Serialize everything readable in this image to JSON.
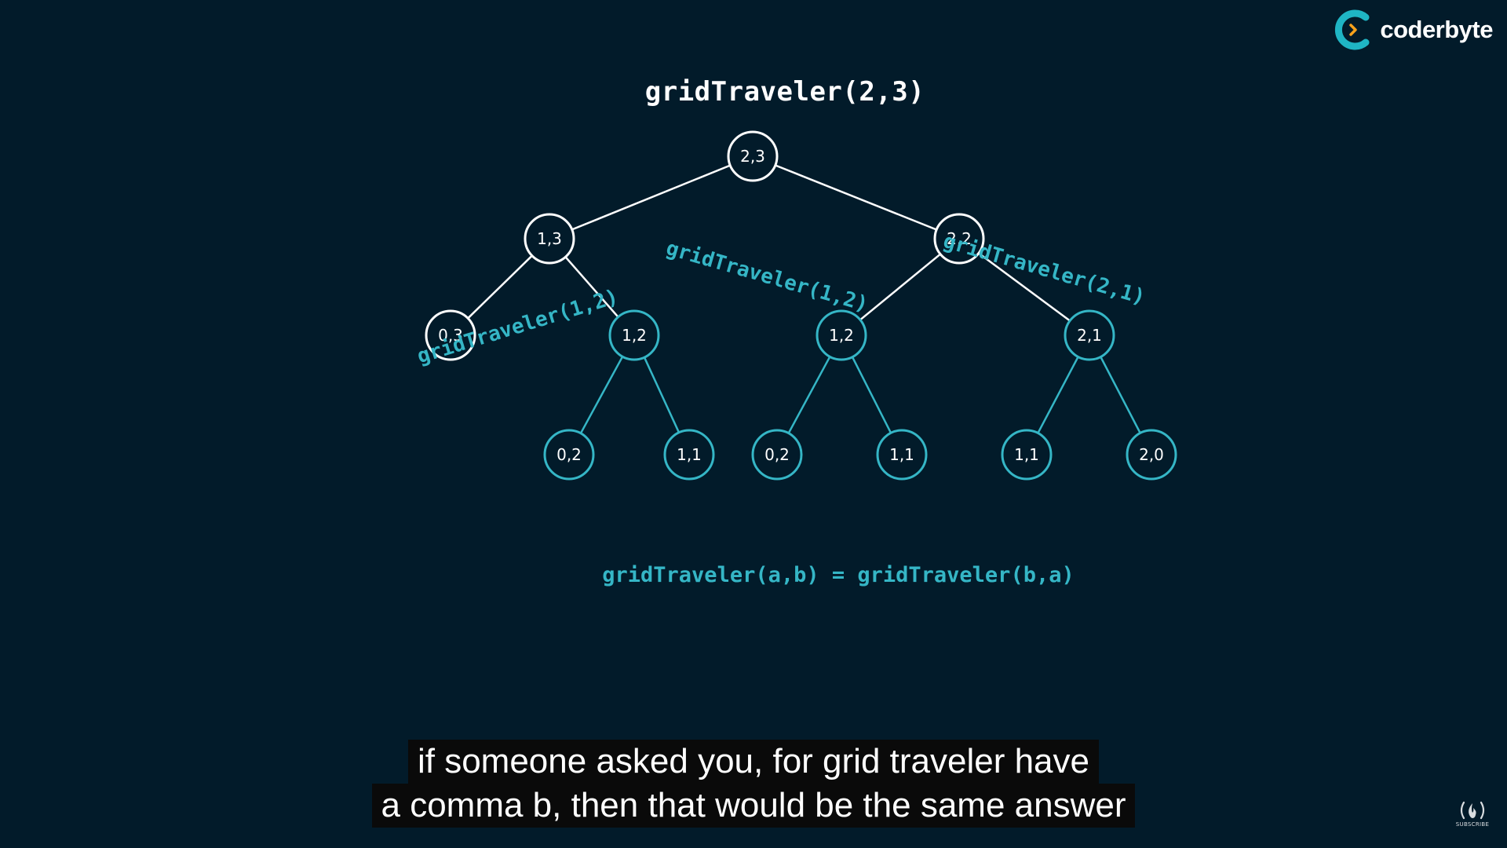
{
  "brand": {
    "logo_text": "coderbyte"
  },
  "diagram": {
    "title": "gridTraveler(2,3)",
    "nodes": [
      {
        "id": "n23",
        "label": "2,3",
        "style": "white"
      },
      {
        "id": "n13",
        "label": "1,3",
        "style": "white"
      },
      {
        "id": "n22",
        "label": "2,2",
        "style": "white"
      },
      {
        "id": "n03",
        "label": "0,3",
        "style": "white"
      },
      {
        "id": "n12a",
        "label": "1,2",
        "style": "teal"
      },
      {
        "id": "n12b",
        "label": "1,2",
        "style": "teal"
      },
      {
        "id": "n21",
        "label": "2,1",
        "style": "teal"
      },
      {
        "id": "n02a",
        "label": "0,2",
        "style": "teal"
      },
      {
        "id": "n11a",
        "label": "1,1",
        "style": "teal"
      },
      {
        "id": "n02b",
        "label": "0,2",
        "style": "teal"
      },
      {
        "id": "n11b",
        "label": "1,1",
        "style": "teal"
      },
      {
        "id": "n11c",
        "label": "1,1",
        "style": "teal"
      },
      {
        "id": "n20",
        "label": "2,0",
        "style": "teal"
      }
    ],
    "edges": [
      {
        "from": "n23",
        "to": "n13",
        "style": "white"
      },
      {
        "from": "n23",
        "to": "n22",
        "style": "white"
      },
      {
        "from": "n13",
        "to": "n03",
        "style": "white"
      },
      {
        "from": "n13",
        "to": "n12a",
        "style": "white"
      },
      {
        "from": "n22",
        "to": "n12b",
        "style": "white"
      },
      {
        "from": "n22",
        "to": "n21",
        "style": "white"
      },
      {
        "from": "n12a",
        "to": "n02a",
        "style": "teal"
      },
      {
        "from": "n12a",
        "to": "n11a",
        "style": "teal"
      },
      {
        "from": "n12b",
        "to": "n02b",
        "style": "teal"
      },
      {
        "from": "n12b",
        "to": "n11b",
        "style": "teal"
      },
      {
        "from": "n21",
        "to": "n11c",
        "style": "teal"
      },
      {
        "from": "n21",
        "to": "n20",
        "style": "teal"
      }
    ],
    "call_labels": [
      {
        "id": "call1",
        "text": "gridTraveler(1,2)"
      },
      {
        "id": "call2",
        "text": "gridTraveler(1,2)"
      },
      {
        "id": "call3",
        "text": "gridTraveler(2,1)"
      }
    ],
    "formula": "gridTraveler(a,b) = gridTraveler(b,a)"
  },
  "captions": {
    "line1": "if someone asked you, for grid traveler have",
    "line2": "a comma b, then that would be the same answer"
  },
  "subscribe_label": "SUBSCRIBE",
  "colors": {
    "background": "#021b2a",
    "teal": "#35b6c6",
    "white": "#ffffff",
    "logo_teal": "#1fb5c4",
    "logo_orange": "#f7a21b"
  }
}
